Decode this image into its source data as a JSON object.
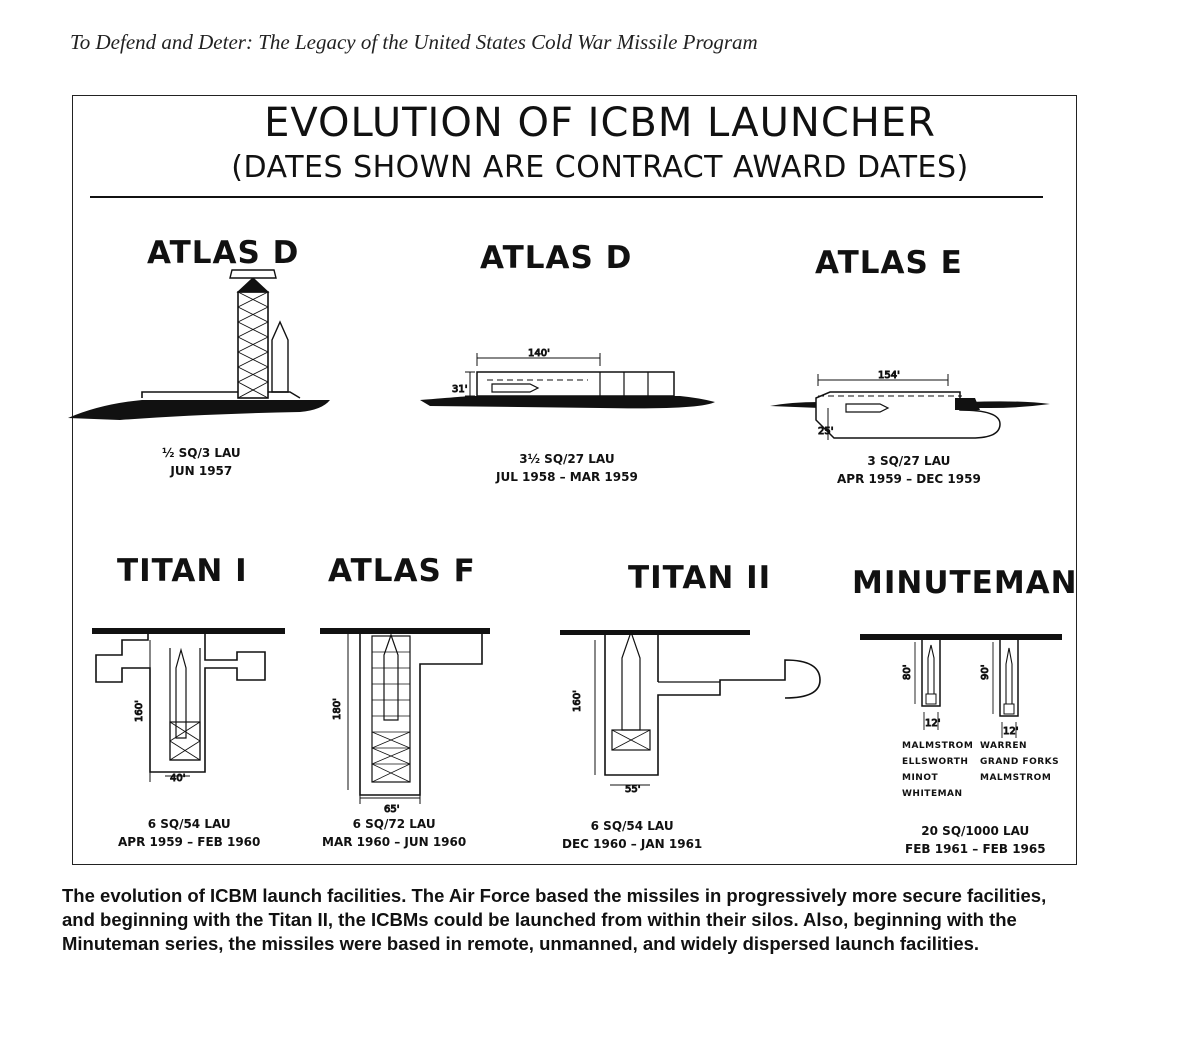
{
  "running_head": "To Defend and Deter: The Legacy of the United States Cold War Missile Program",
  "figure": {
    "title": "EVOLUTION OF ICBM LAUNCHER",
    "subtitle": "(DATES SHOWN ARE CONTRACT AWARD DATES)",
    "launchers": [
      {
        "name": "ATLAS D",
        "units": "½ SQ/3 LAU",
        "dates": "JUN 1957"
      },
      {
        "name": "ATLAS D",
        "units": "3½ SQ/27 LAU",
        "dates": "JUL 1958 – MAR 1959",
        "dims": [
          "140'",
          "31'"
        ]
      },
      {
        "name": "ATLAS E",
        "units": "3 SQ/27 LAU",
        "dates": "APR 1959 – DEC 1959",
        "dims": [
          "154'",
          "25'"
        ]
      },
      {
        "name": "TITAN I",
        "units": "6 SQ/54 LAU",
        "dates": "APR 1959 – FEB 1960",
        "dims": [
          "160'",
          "40'"
        ]
      },
      {
        "name": "ATLAS F",
        "units": "6 SQ/72 LAU",
        "dates": "MAR 1960 – JUN 1960",
        "dims": [
          "180'",
          "65'"
        ]
      },
      {
        "name": "TITAN II",
        "units": "6 SQ/54 LAU",
        "dates": "DEC 1960 – JAN 1961",
        "dims": [
          "160'",
          "55'"
        ]
      },
      {
        "name": "MINUTEMAN",
        "units": "20 SQ/1000 LAU",
        "dates": "FEB 1961 – FEB 1965",
        "dims": [
          "80'",
          "12'",
          "90'",
          "12'"
        ],
        "bases_left": [
          "MALMSTROM",
          "ELLSWORTH",
          "MINOT",
          "WHITEMAN"
        ],
        "bases_right": [
          "WARREN",
          "GRAND FORKS",
          "MALMSTROM"
        ]
      }
    ]
  },
  "caption": "The evolution of ICBM launch facilities. The Air Force based the missiles in progressively more secure facilities, and beginning with the Titan II, the ICBMs could be launched from within their silos. Also, beginning with the Minuteman series, the missiles were based in remote, unmanned, and widely dispersed launch facilities."
}
